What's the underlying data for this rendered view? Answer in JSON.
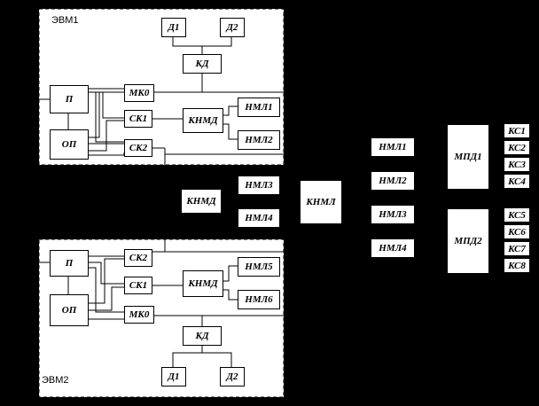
{
  "computers": [
    {
      "label": "ЭВМ1"
    },
    {
      "label": "ЭВМ2"
    }
  ],
  "blocks": {
    "evm1_d1": "Д1",
    "evm1_d2": "Д2",
    "evm1_kd": "КД",
    "evm1_p": "П",
    "evm1_op": "ОП",
    "evm1_mk0": "МК0",
    "evm1_sk1": "СК1",
    "evm1_sk2": "СК2",
    "evm1_knmd": "КНМД",
    "evm1_nml1": "НМЛ1",
    "evm1_nml2": "НМЛ2",
    "ext_knmd": "КНМД",
    "ext_nml3": "НМЛ3",
    "ext_nml4": "НМЛ4",
    "ext_knml": "КНМЛ",
    "evm2_p": "П",
    "evm2_op": "ОП",
    "evm2_sk2": "СК2",
    "evm2_sk1": "СК1",
    "evm2_mk0": "МК0",
    "evm2_knmd": "КНМД",
    "evm2_nml5": "НМЛ5",
    "evm2_nml6": "НМЛ6",
    "evm2_kd": "КД",
    "evm2_d1": "Д1",
    "evm2_d2": "Д2",
    "tape_nml1": "НМЛ1",
    "tape_nml2": "НМЛ2",
    "tape_nml3": "НМЛ3",
    "tape_nml4": "НМЛ4",
    "mpd1": "МПД1",
    "mpd2": "МПД2",
    "ks1": "КС1",
    "ks2": "КС2",
    "ks3": "КС3",
    "ks4": "КС4",
    "ks5": "КС5",
    "ks6": "КС6",
    "ks7": "КС7",
    "ks8": "КС8"
  }
}
